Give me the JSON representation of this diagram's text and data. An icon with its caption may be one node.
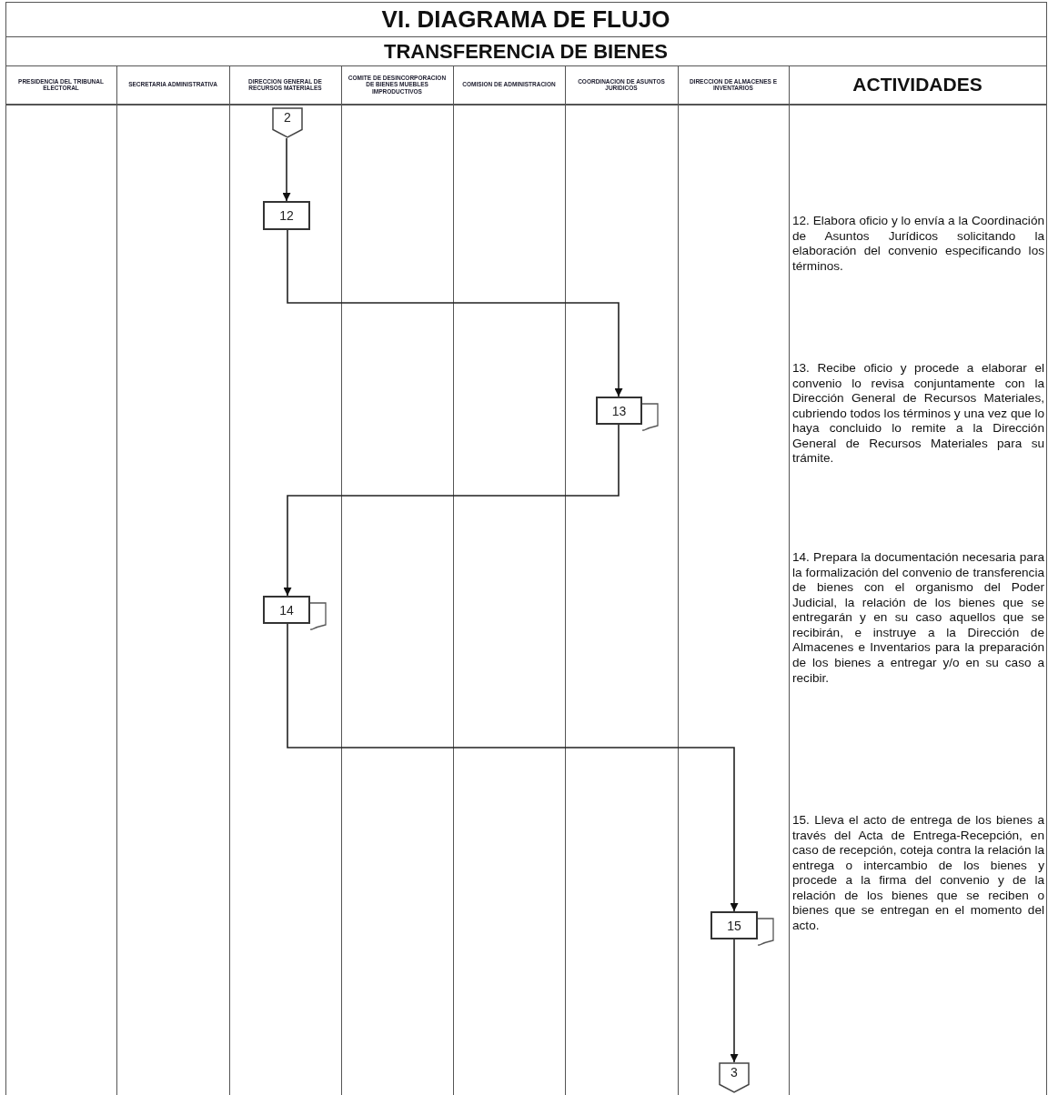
{
  "diagram": {
    "title": "VI. DIAGRAMA DE FLUJO",
    "nodes": [
      {
        "text": [
          "2"
        ]
      },
      {
        "text": [
          "12"
        ]
      },
      {
        "text": [
          "13"
        ]
      },
      {
        "text": [
          "14"
        ]
      },
      {
        "text": [
          "15"
        ]
      },
      {
        "text": [
          "3"
        ]
      }
    ],
    "edges": [
      {
        "from": 0,
        "to": 1,
        "arrow": "to"
      },
      {
        "from": 1,
        "to": 2,
        "arrow": "to"
      },
      {
        "from": 2,
        "to": 3,
        "arrow": "to"
      },
      {
        "from": 3,
        "to": 4,
        "arrow": "to"
      },
      {
        "from": 4,
        "to": 5,
        "arrow": "to"
      }
    ],
    "labels": [
      "TRANSFERENCIA DE BIENES",
      "PRESIDENCIA DEL TRIBUNAL ELECTORAL",
      "SECRETARIA ADMINISTRATIVA",
      "DIRECCION GENERAL DE RECURSOS MATERIALES",
      "COMITE DE DESINCORPORACION DE BIENES MUEBLES IMPRODUCTIVOS",
      "COMISION DE ADMINISTRACION",
      "COORDINACION DE ASUNTOS JURIDICOS",
      "DIRECCION DE ALMACENES E INVENTARIOS",
      "ACTIVIDADES",
      "12. Elabora oficio y lo envía a la Coordinación de Asuntos Jurídicos solicitando la elaboración del convenio especificando los términos.",
      "13. Recibe oficio y procede a elaborar el convenio lo revisa conjuntamente con la Dirección General de Recursos Materiales, cubriendo todos los términos y una vez que lo haya concluido lo remite a la Dirección General de Recursos Materiales para su trámite.",
      "14. Prepara la documentación necesaria para la formalización del convenio de transferencia de bienes con el organismo del Poder Judicial, la relación de los bienes que se entregarán y en su caso aquellos que se recibirán, e instruye a la Dirección de Almacenes e Inventarios para la preparación de los bienes a entregar y/o en su caso a recibir.",
      "15. Lleva el acto de entrega de los bienes a través del Acta de Entrega-Recepción, en caso de recepción, coteja contra la relación la entrega o intercambio de los bienes y procede a la firma del convenio y de la relación de los bienes que se reciben o bienes que se entregan en el momento del acto."
    ]
  }
}
